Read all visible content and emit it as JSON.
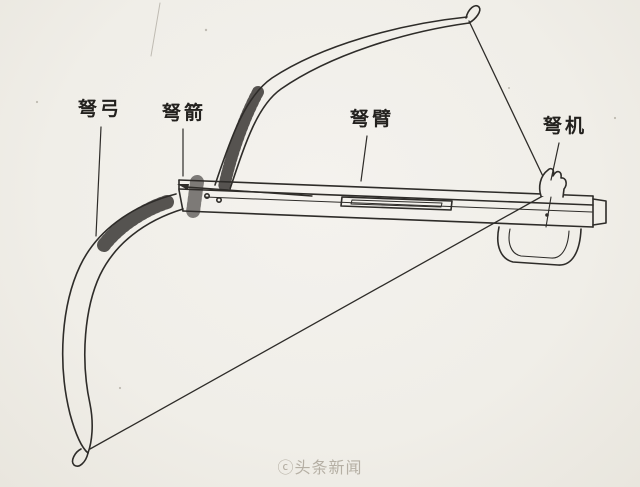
{
  "page": {
    "background_color": "#f1efea",
    "ink_color": "#2e2c29",
    "watermark_color": "#b5afa4"
  },
  "diagram": {
    "type": "labeled-illustration",
    "subject": "crossbow line drawing with part labels",
    "labels": [
      {
        "id": "bow",
        "text": "弩弓"
      },
      {
        "id": "arrow",
        "text": "弩箭"
      },
      {
        "id": "arm",
        "text": "弩臂"
      },
      {
        "id": "trigger",
        "text": "弩机"
      }
    ],
    "watermark": {
      "text": "ⓒ头条新闻"
    }
  }
}
